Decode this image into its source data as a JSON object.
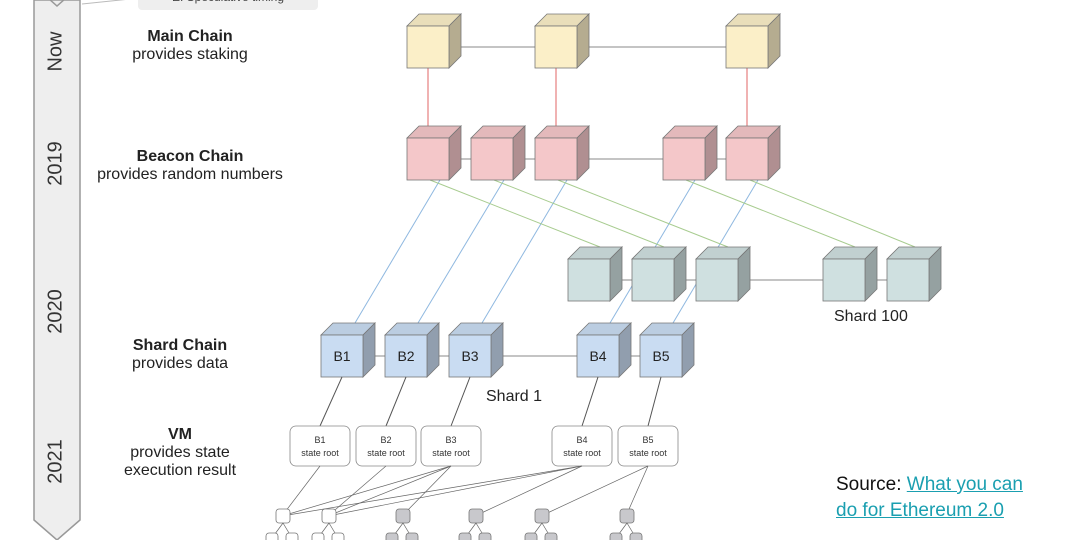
{
  "timeline": {
    "labels": [
      "Now",
      "2019",
      "2020",
      "2021"
    ]
  },
  "tooltip": "E. Speculative timing",
  "layers": {
    "main": {
      "title": "Main Chain",
      "subtitle": "provides staking"
    },
    "beacon": {
      "title": "Beacon Chain",
      "subtitle": "provides random numbers"
    },
    "shard": {
      "title": "Shard Chain",
      "subtitle": "provides data"
    },
    "vm": {
      "title": "VM",
      "subtitle1": "provides state",
      "subtitle2": "execution result"
    }
  },
  "shard_labels": {
    "shard1": "Shard 1",
    "shard100": "Shard 100"
  },
  "blocks": [
    "B1",
    "B2",
    "B3",
    "B4",
    "B5"
  ],
  "state_boxes": [
    {
      "name": "B1",
      "label": "state root"
    },
    {
      "name": "B2",
      "label": "state root"
    },
    {
      "name": "B3",
      "label": "state root"
    },
    {
      "name": "B4",
      "label": "state root"
    },
    {
      "name": "B5",
      "label": "state root"
    }
  ],
  "source": {
    "prefix": "Source: ",
    "link_line1": "What you can",
    "link_line2": "do for Ethereum 2.0"
  },
  "colors": {
    "main": "#fbefc8",
    "beacon": "#f4c7c9",
    "shard100": "#cfe0e0",
    "shard": "#c9dcf2",
    "red_link": "#e06666",
    "blue_link": "#8fb8e0",
    "green_link": "#a8cc90"
  }
}
